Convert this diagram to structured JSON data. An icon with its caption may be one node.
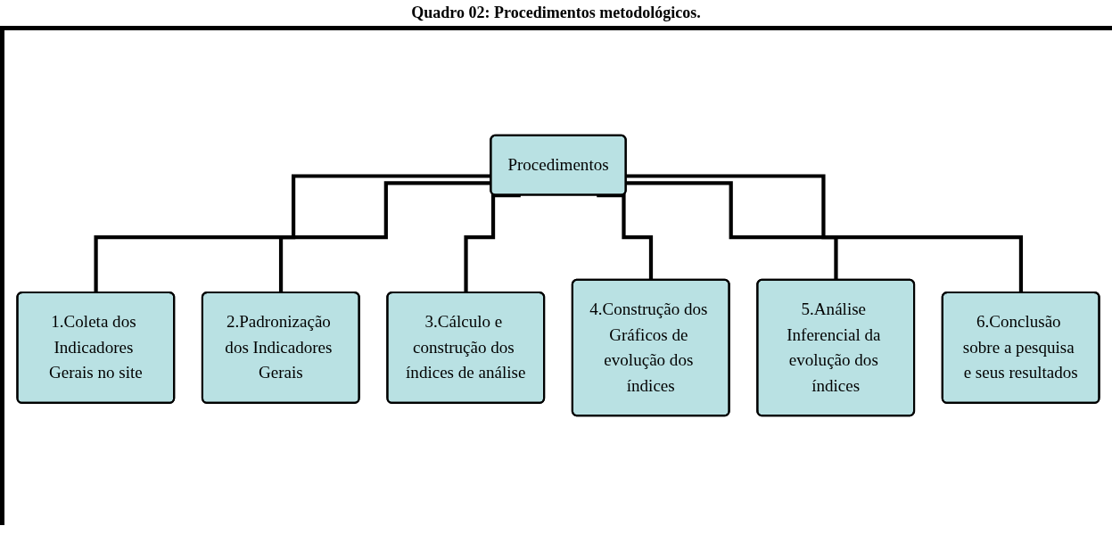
{
  "diagram": {
    "title": "Quadro 02: Procedimentos metodológicos.",
    "nodes": [
      {
        "text": [
          "Procedimentos"
        ]
      },
      {
        "text": [
          "1.Coleta dos Indicadores Gerais no site"
        ]
      },
      {
        "text": [
          "2.Padronização dos Indicadores Gerais"
        ]
      },
      {
        "text": [
          "3.Cálculo e construção dos índices de análise"
        ]
      },
      {
        "text": [
          "4.Construção dos Gráficos de evolução dos índices"
        ]
      },
      {
        "text": [
          "5.Análise Inferencial da evolução dos índices"
        ]
      },
      {
        "text": [
          "6.Conclusão sobre a pesquisa e seus resultados"
        ]
      }
    ],
    "edges": [
      {
        "from": 0,
        "to": 1,
        "arrow": "none"
      },
      {
        "from": 0,
        "to": 2,
        "arrow": "none"
      },
      {
        "from": 0,
        "to": 3,
        "arrow": "none"
      },
      {
        "from": 0,
        "to": 4,
        "arrow": "none"
      },
      {
        "from": 0,
        "to": 5,
        "arrow": "none"
      },
      {
        "from": 0,
        "to": 6,
        "arrow": "none"
      }
    ]
  }
}
